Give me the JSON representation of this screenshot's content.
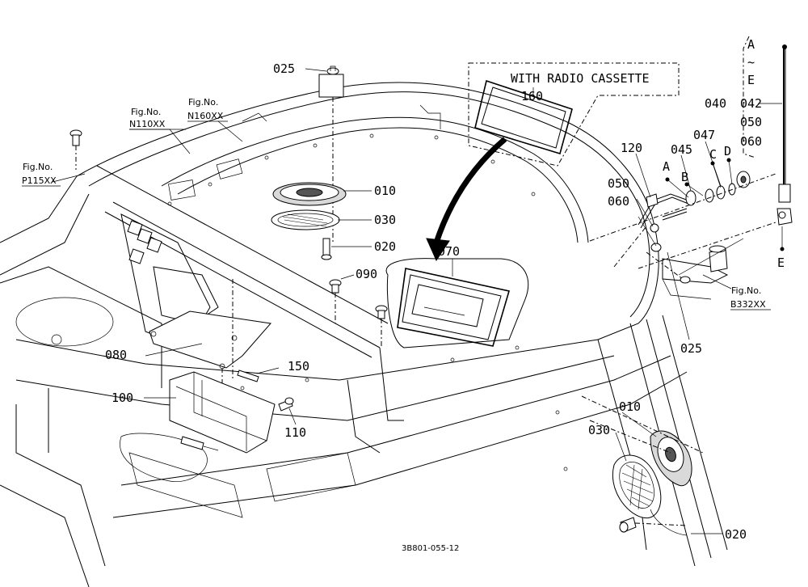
{
  "callouts": {
    "c025_top": "025",
    "c010_top": "010",
    "c030_top": "030",
    "c020_top": "020",
    "c090": "090",
    "c070": "070",
    "c080": "080",
    "c150": "150",
    "c100": "100",
    "c110": "110",
    "c120": "120",
    "c050": "050",
    "c060": "060",
    "c045": "045",
    "c047": "047",
    "c040": "040",
    "c025_right": "025",
    "c010_bottom": "010",
    "c030_bottom": "030",
    "c020_bottom": "020",
    "c160": "160"
  },
  "letters": {
    "a": "A",
    "b": "B",
    "c": "C",
    "d": "D",
    "e": "E"
  },
  "range_box": {
    "top": "A",
    "tilde": "~",
    "bottom": "E",
    "items": [
      "042",
      "050",
      "060"
    ]
  },
  "note": "WITH RADIO CASSETTE",
  "fig_refs": {
    "fig_prefix": "Fig.No.",
    "n110": "N110XX",
    "n160": "N160XX",
    "p115": "P115XX",
    "b332": "B332XX"
  },
  "drawing_number": "3B801-055-12"
}
